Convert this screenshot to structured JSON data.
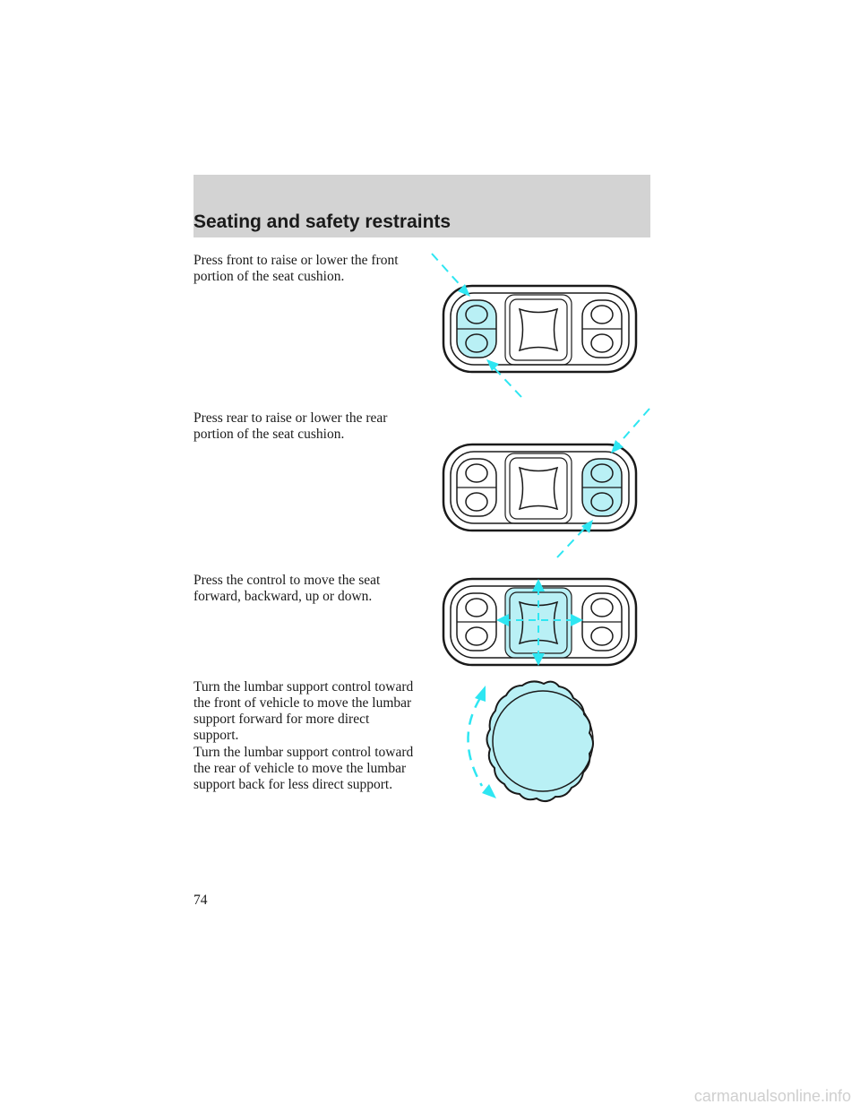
{
  "header": {
    "title": "Seating and safety restraints"
  },
  "sections": [
    {
      "text": "Press front to raise or lower the front portion of the seat cushion."
    },
    {
      "text": "Press rear to raise or lower the rear portion of the seat cushion."
    },
    {
      "text": "Press the control to move the seat forward, backward, up or down."
    },
    {
      "text": "Turn the lumbar support control toward the front of vehicle to move the lumbar support forward for more direct support."
    },
    {
      "text": "Turn the lumbar support control toward the rear of vehicle to move the lumbar support back for less direct support."
    }
  ],
  "footer": {
    "page_number": "74",
    "watermark": "carmanualsonline.info"
  },
  "colors": {
    "highlight": "#b9f0f5",
    "arrow": "#2ee6f2",
    "header_band": "#d3d3d3",
    "outline": "#1a1a1a"
  }
}
